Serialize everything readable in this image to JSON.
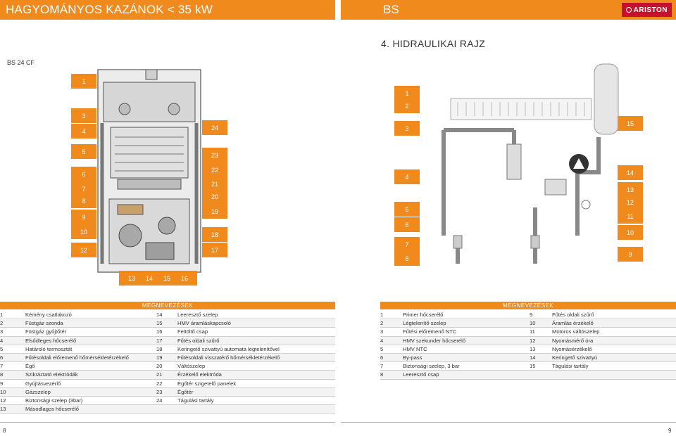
{
  "header": {
    "left_title": "HAGYOMÁNYOS KAZÁNOK < 35 kW",
    "right_title": "BS",
    "brand": "ARISTON"
  },
  "section_title": "4. HIDRAULIKAI RAJZ",
  "model": "BS 24 CF",
  "left_callouts": [
    "1",
    "3",
    "4",
    "5",
    "6",
    "7",
    "8",
    "9",
    "10",
    "12",
    "24",
    "23",
    "22",
    "21",
    "20",
    "19",
    "18",
    "17",
    "13",
    "14",
    "15",
    "16"
  ],
  "right_callouts": [
    "1",
    "2",
    "3",
    "4",
    "5",
    "6",
    "7",
    "8",
    "15",
    "14",
    "13",
    "12",
    "11",
    "10",
    "9"
  ],
  "legend_left": {
    "title": "MEGNEVEZÉSEK",
    "rows": [
      {
        "n1": "1",
        "t1": "Kémény csatlakozó",
        "n2": "14",
        "t2": "Leeresztő szelep"
      },
      {
        "n1": "2",
        "t1": "Füstgáz szonda",
        "n2": "15",
        "t2": "HMV áramláskapcsoló"
      },
      {
        "n1": "3",
        "t1": "Füstgáz gyűjtőtér",
        "n2": "16",
        "t2": "Feltöltő csap"
      },
      {
        "n1": "4",
        "t1": "Elsődleges hőcserélő",
        "n2": "17",
        "t2": "Fűtés oldali szűrő"
      },
      {
        "n1": "5",
        "t1": "Határoló termosztát",
        "n2": "18",
        "t2": "Keringető szivattyú automata légtelenítővel"
      },
      {
        "n1": "6",
        "t1": "Fűtésoldali előremenő hőmérsékletérzékelő",
        "n2": "19",
        "t2": "Fűtésoldali visszatérő hőmérsékletérzékelő"
      },
      {
        "n1": "7",
        "t1": "Égő",
        "n2": "20",
        "t2": "Váltószelep"
      },
      {
        "n1": "8",
        "t1": "Szikráztató elektródák",
        "n2": "21",
        "t2": "Érzékelő elektróda"
      },
      {
        "n1": "9",
        "t1": "Gyújtásvezérlő",
        "n2": "22",
        "t2": "Égőtér szigetelő panelek"
      },
      {
        "n1": "10",
        "t1": "Gázszelep",
        "n2": "23",
        "t2": "Égőtér"
      },
      {
        "n1": "12",
        "t1": "Biztonsági szelep (3bar)",
        "n2": "24",
        "t2": "Tágulási tartály"
      },
      {
        "n1": "13",
        "t1": "Másodlagos hőcserélő",
        "n2": "",
        "t2": ""
      }
    ]
  },
  "legend_right": {
    "title": "MEGNEVEZÉSEK",
    "rows": [
      {
        "n1": "1",
        "t1": "Primer hőcserélő",
        "n2": "9",
        "t2": "Fűtés oldali szűrő"
      },
      {
        "n1": "2",
        "t1": "Légtelenítő szelep",
        "n2": "10",
        "t2": "Áramlás érzékelő"
      },
      {
        "n1": "3",
        "t1": "Fűtési előremenő NTC",
        "n2": "11",
        "t2": "Motoros váltószelep"
      },
      {
        "n1": "4",
        "t1": "HMV szekunder hőcserélő",
        "n2": "12",
        "t2": "Nyomásmérő óra"
      },
      {
        "n1": "5",
        "t1": "HMV NTC",
        "n2": "13",
        "t2": "Nyomásérzékelő"
      },
      {
        "n1": "6",
        "t1": "By-pass",
        "n2": "14",
        "t2": "Keringető szivattyú"
      },
      {
        "n1": "7",
        "t1": "Biztonsági szelep, 3 bar",
        "n2": "15",
        "t2": "Tágulási tartály"
      },
      {
        "n1": "8",
        "t1": "Leeresztő csap",
        "n2": "",
        "t2": ""
      }
    ]
  },
  "footer": {
    "left_page": "8",
    "right_page": "9"
  }
}
